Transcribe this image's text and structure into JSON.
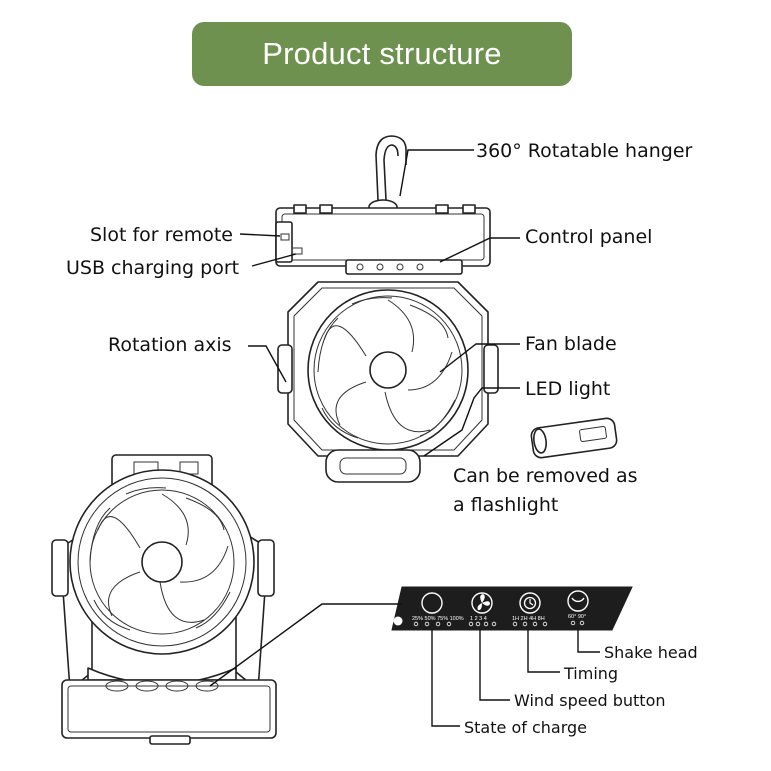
{
  "banner": {
    "title": "Product structure",
    "color": "#6e9150"
  },
  "labels": {
    "hanger": "360° Rotatable hanger",
    "slot": "Slot for remote",
    "usb": "USB charging port",
    "control": "Control panel",
    "axis": "Rotation axis",
    "blade": "Fan blade",
    "led": "LED light",
    "removed_1": "Can be removed as",
    "removed_2": "a flashlight",
    "shake": "Shake head",
    "timing": "Timing",
    "wind": "Wind speed button",
    "charge": "State of charge"
  },
  "panel": {
    "battery_levels": "25% 50% 75% 100%",
    "speeds": "1 2 3 4",
    "timers": "1H 2H 4H 8H",
    "angles": "60° 90°"
  },
  "icons": [
    "battery-moon-icon",
    "fan-icon",
    "timer-icon",
    "oscillate-icon",
    "power-icon"
  ]
}
